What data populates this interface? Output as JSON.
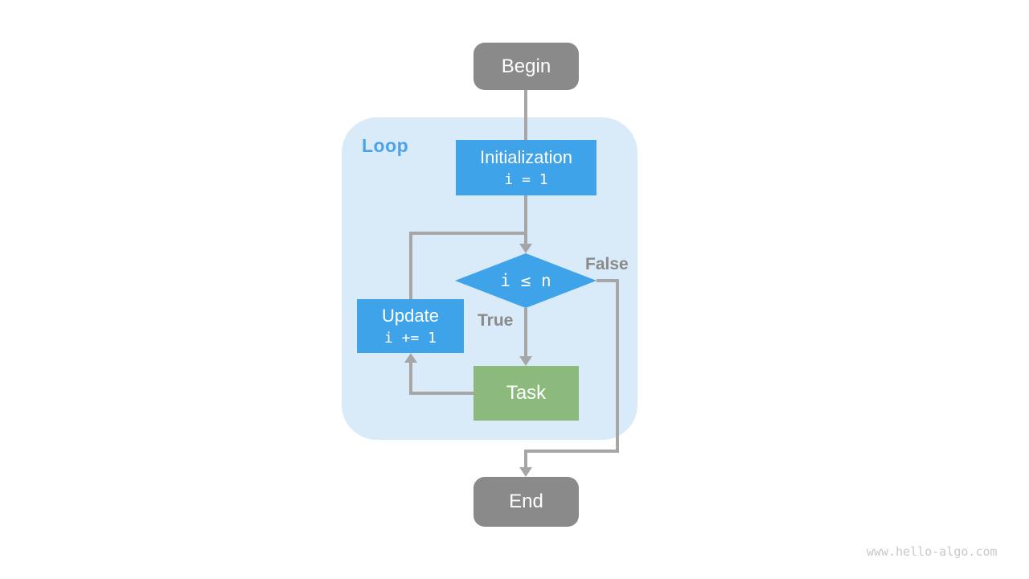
{
  "diagram": {
    "nodes": {
      "begin": {
        "label": "Begin"
      },
      "initialization": {
        "title": "Initialization",
        "code": "i = 1"
      },
      "condition": {
        "expression": "i ≤ n"
      },
      "update": {
        "title": "Update",
        "code": "i += 1"
      },
      "task": {
        "label": "Task"
      },
      "end": {
        "label": "End"
      }
    },
    "labels": {
      "loop": "Loop",
      "true_branch": "True",
      "false_branch": "False"
    },
    "watermark": "www.hello-algo.com",
    "colors": {
      "node_gray": "#8a8a8a",
      "node_blue": "#3fa3ea",
      "node_green": "#8cba7d",
      "loop_bg": "#d9eaf8",
      "loop_label": "#4ba4ea",
      "edge": "#a6a6a6",
      "edge_label": "#8a8a8a",
      "watermark": "#c9c9c9"
    }
  }
}
